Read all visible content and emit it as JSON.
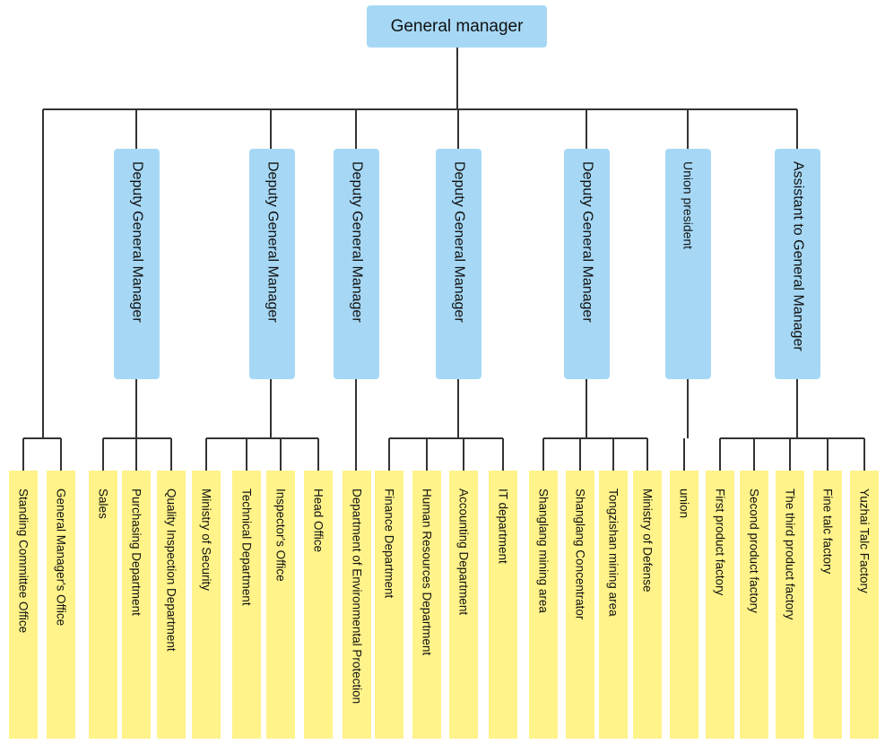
{
  "root": "General manager",
  "branches": [
    {
      "label": "",
      "children": [
        "Standing Committee Office",
        "General Manager's Office"
      ]
    },
    {
      "label": "Deputy General Manager",
      "children": [
        "Sales",
        "Purchasing Department",
        "Quality Inspection Department"
      ]
    },
    {
      "label": "Deputy General Manager",
      "children": [
        "Ministry of Security",
        "Technical Department",
        "Inspector's Office",
        "Head Office"
      ]
    },
    {
      "label": "Deputy General Manager",
      "children": [
        "Department of Environmental Protection"
      ]
    },
    {
      "label": "Deputy General Manager",
      "children": [
        "Finance Department",
        "Human Resources Department",
        "Accounting Department",
        "IT department"
      ]
    },
    {
      "label": "Deputy General Manager",
      "children": [
        "Shanglang mining area",
        "Shanglang Concentrator",
        "Tongzishan mining area",
        "Ministry of Defense"
      ]
    },
    {
      "label": "Union president",
      "children": [
        "union"
      ]
    },
    {
      "label": "Assistant to General Manager",
      "children": [
        "First product factory",
        "Second product factory",
        "The third product factory",
        "Fine talc factory",
        "Yuzhai Talc Factory"
      ]
    }
  ],
  "colors": {
    "root_fill": "#a6d8f5",
    "level2_fill": "#a6d8f5",
    "level3_fill": "#fff38a",
    "line": "#333333"
  }
}
